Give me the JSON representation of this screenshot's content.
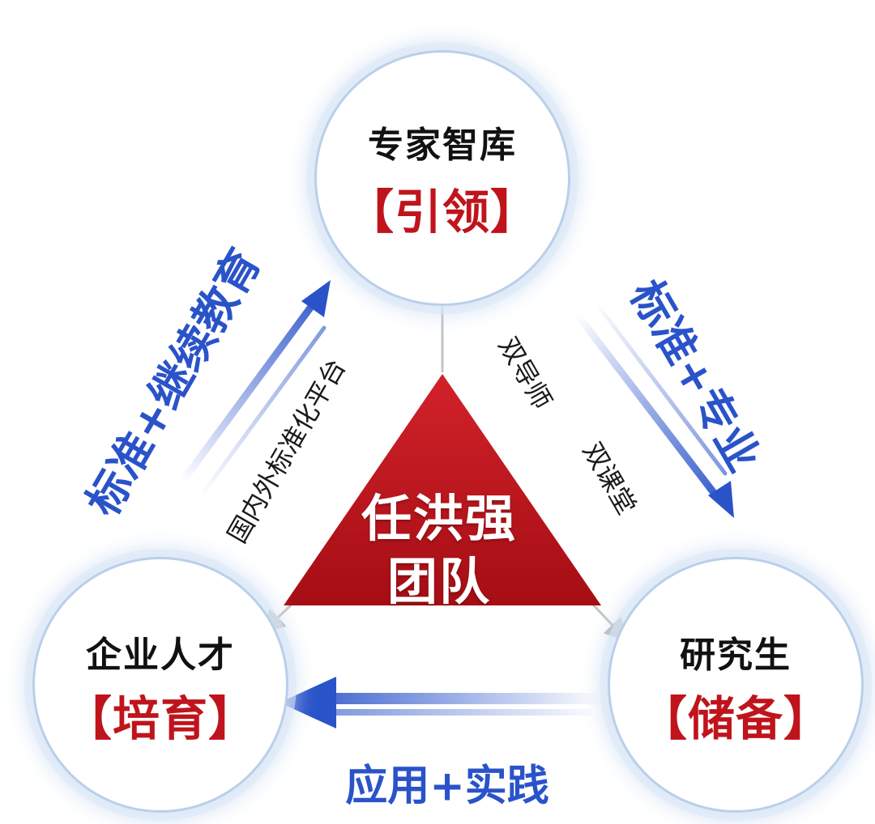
{
  "nodes": {
    "top": {
      "title": "专家智库",
      "role": "【引领】"
    },
    "left": {
      "title": "企业人才",
      "role": "【培育】"
    },
    "right": {
      "title": "研究生",
      "role": "【储备】"
    }
  },
  "center": {
    "line1": "任洪强",
    "line2": "团队"
  },
  "flows": {
    "left": "标准+继续教育",
    "right": "标准+专业",
    "bottom": "应用+实践"
  },
  "notes": {
    "left": "国内外标准化平台",
    "right_1": "双导师",
    "right_2": "双课堂"
  },
  "colors": {
    "triangle": "#c0141c",
    "flow_blue": "#2a53c9",
    "role_red": "#c0141c",
    "ring": "#b9cfe9"
  },
  "icons": {
    "flow_left": "arrow-up-right-icon",
    "flow_right": "arrow-down-right-icon",
    "flow_bottom": "arrow-left-icon"
  }
}
